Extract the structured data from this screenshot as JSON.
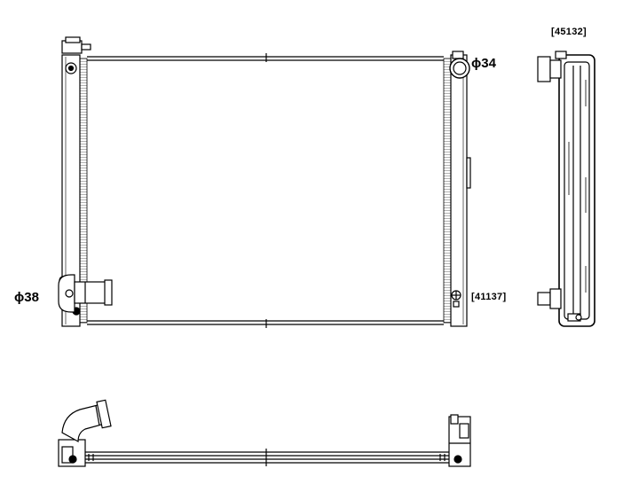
{
  "labels": {
    "inlet_diameter": "ϕ34",
    "outlet_diameter": "ϕ38",
    "side_part_number": "[45132]",
    "drain_part_number": "[41137]"
  },
  "colors": {
    "line": "#000000",
    "background": "#ffffff"
  }
}
